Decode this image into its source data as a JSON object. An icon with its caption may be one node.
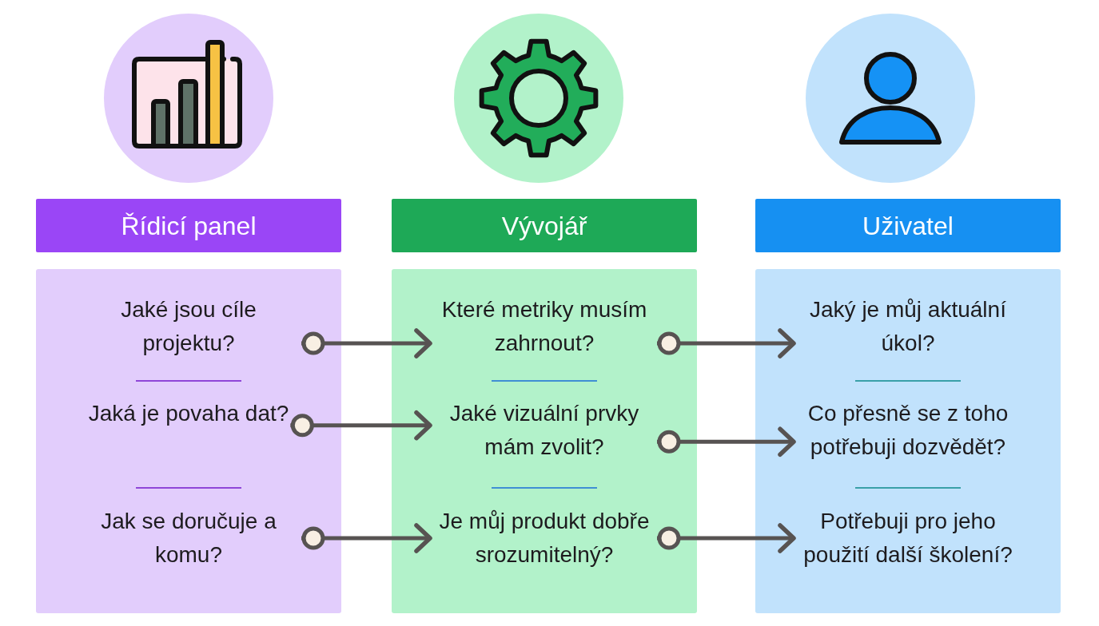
{
  "diagram": {
    "nodes": [
      {
        "text": [
          "Řídicí panel"
        ]
      },
      {
        "text": [
          "Vývojář"
        ]
      },
      {
        "text": [
          "Uživatel"
        ]
      },
      {
        "text": [],
        "shape": "box"
      },
      {
        "text": [
          "Jaké jsou cíle projektu?"
        ],
        "in": 3
      },
      {
        "text": [
          "Jaká je povaha dat?"
        ],
        "in": 3
      },
      {
        "text": [
          "Jak se doručuje a komu?"
        ],
        "in": 3
      },
      {
        "text": [],
        "shape": "box"
      },
      {
        "text": [
          "Které metriky musím zahrnout?"
        ],
        "in": 7
      },
      {
        "text": [
          "Jaké vizuální prvky mám zvolit?"
        ],
        "in": 7
      },
      {
        "text": [
          "Je můj produkt dobře srozumitelný?"
        ],
        "in": 7
      },
      {
        "text": [],
        "shape": "box"
      },
      {
        "text": [
          "Jaký je můj aktuální úkol?"
        ],
        "in": 11
      },
      {
        "text": [
          "Co přesně se z toho potřebuji dozvědět?"
        ],
        "in": 11
      },
      {
        "text": [
          "Potřebuji pro jeho použití další školení?"
        ],
        "in": 11
      }
    ],
    "edges": [
      {
        "from": 4,
        "to": 8,
        "arrow": "to"
      },
      {
        "from": 8,
        "to": 12,
        "arrow": "to"
      },
      {
        "from": 5,
        "to": 9,
        "arrow": "to"
      },
      {
        "from": 9,
        "to": 13,
        "arrow": "to"
      },
      {
        "from": 6,
        "to": 10,
        "arrow": "to"
      },
      {
        "from": 10,
        "to": 14,
        "arrow": "to"
      }
    ]
  }
}
